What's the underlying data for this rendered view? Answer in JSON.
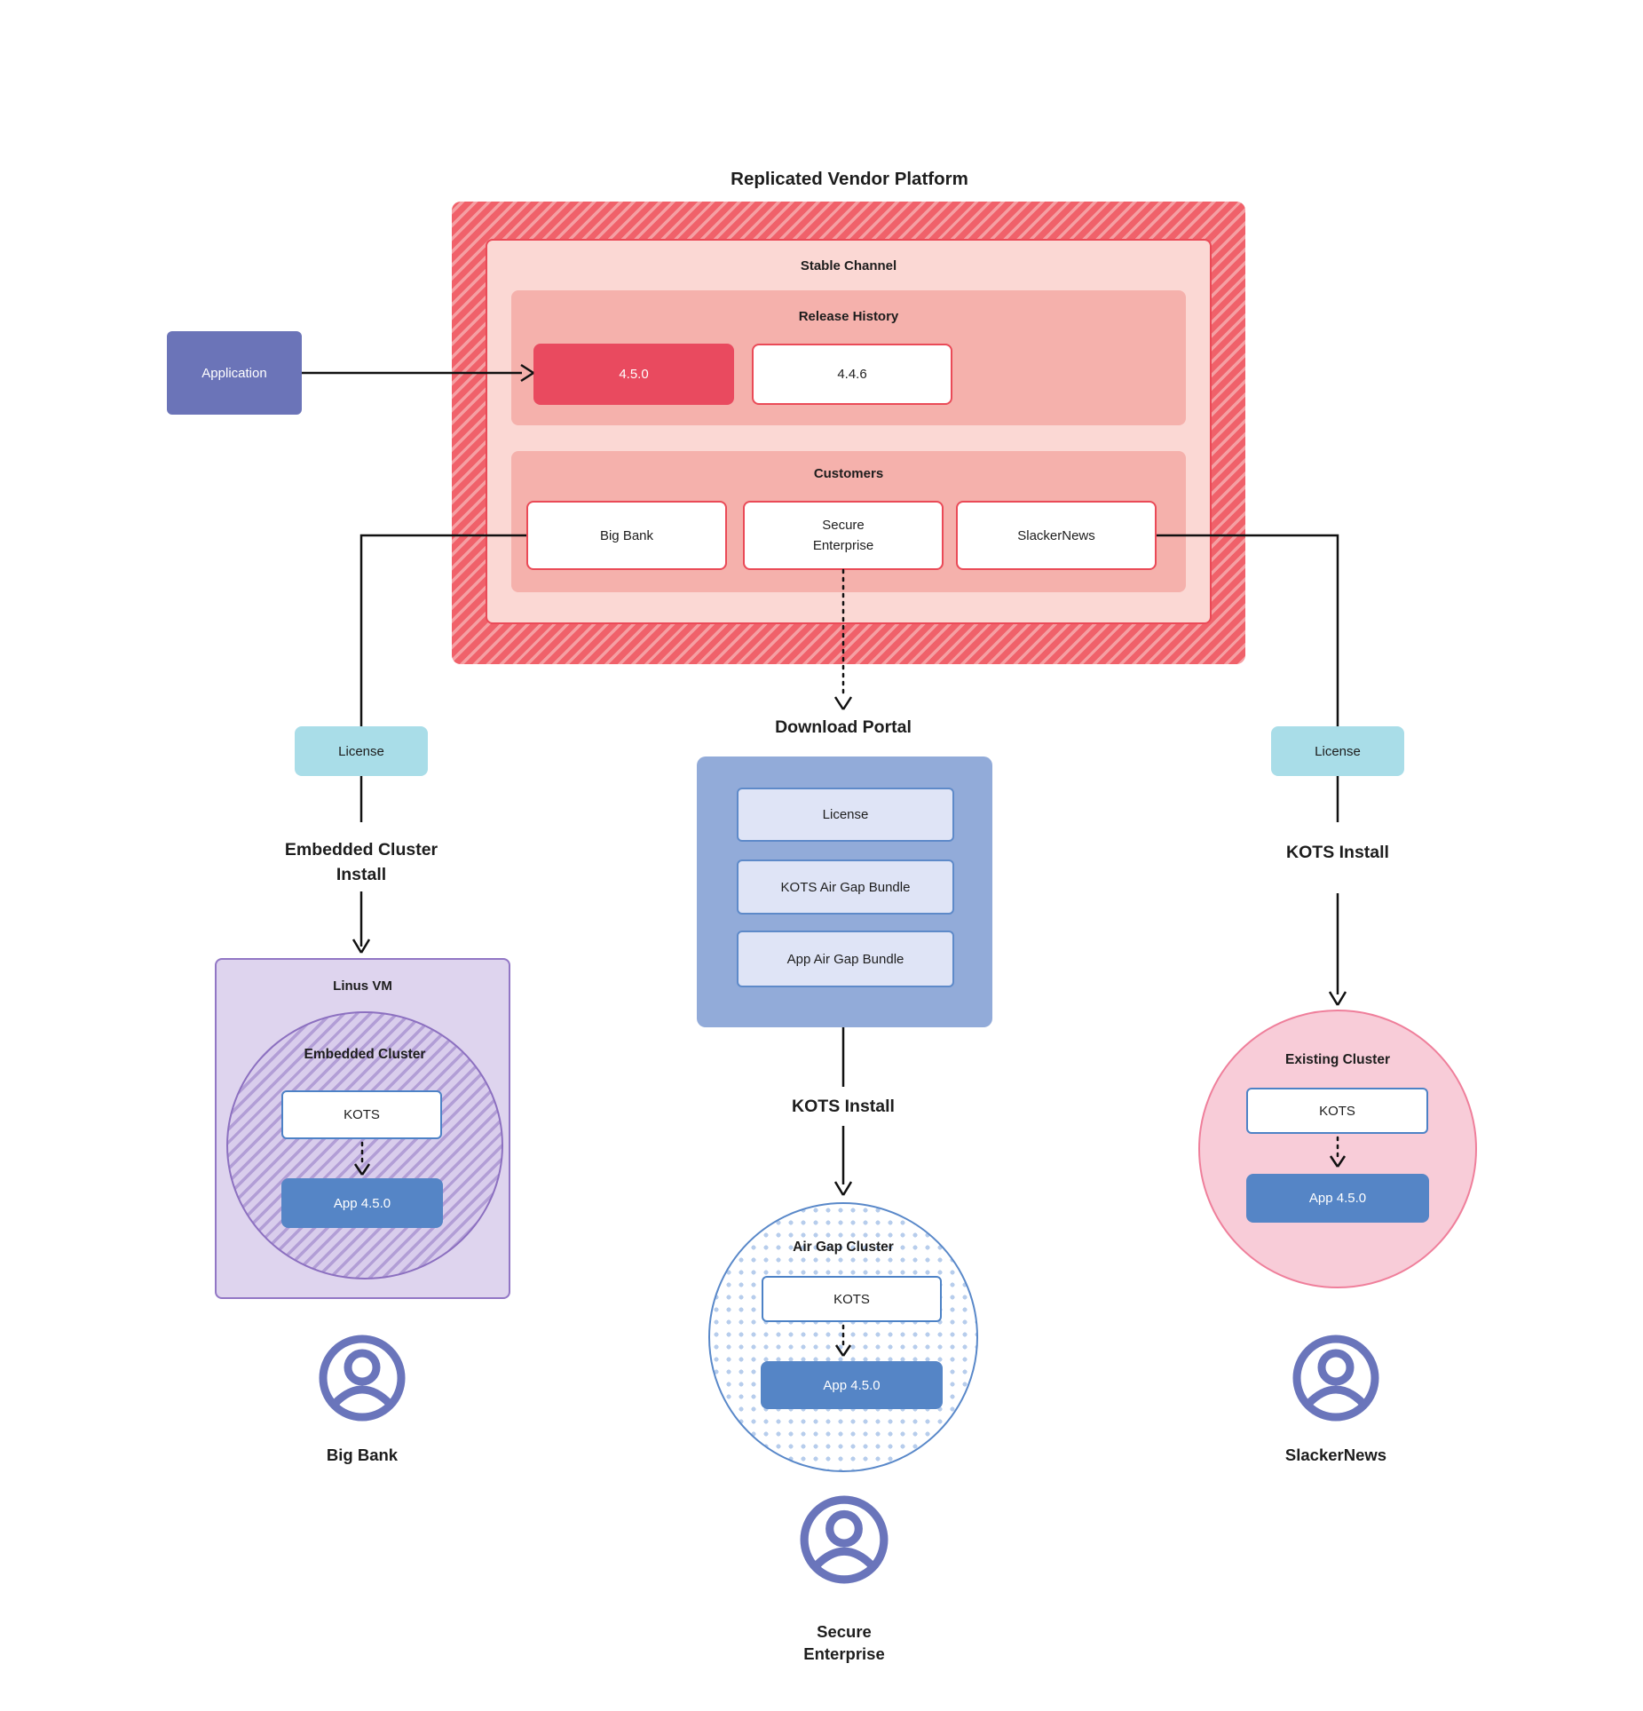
{
  "title": "Replicated Vendor Platform",
  "application": {
    "label": "Application"
  },
  "platform": {
    "stable_channel": {
      "label": "Stable Channel",
      "release_history": {
        "label": "Release History",
        "current_release": "4.5.0",
        "previous_release": "4.4.6"
      },
      "customers": {
        "label": "Customers",
        "big_bank": "Big Bank",
        "secure_line1": "Secure",
        "secure_line2": "Enterprise",
        "slackernews": "SlackerNews"
      }
    }
  },
  "download_portal": {
    "title": "Download Portal",
    "items": {
      "license": "License",
      "kots_bundle": "KOTS Air Gap Bundle",
      "app_bundle": "App Air Gap Bundle"
    }
  },
  "left_flow": {
    "license": "License",
    "install_line1": "Embedded Cluster",
    "install_line2": "Install",
    "vm_label": "Linus VM",
    "cluster_label": "Embedded Cluster",
    "kots": "KOTS",
    "app": "App 4.5.0",
    "customer": "Big Bank"
  },
  "middle_flow": {
    "install": "KOTS Install",
    "cluster_label": "Air Gap Cluster",
    "kots": "KOTS",
    "app": "App 4.5.0",
    "customer_line1": "Secure",
    "customer_line2": "Enterprise"
  },
  "right_flow": {
    "license": "License",
    "install": "KOTS Install",
    "cluster_label": "Existing Cluster",
    "kots": "KOTS",
    "app": "App 4.5.0",
    "customer": "SlackerNews"
  },
  "icons": {
    "user_icon": "person-in-circle"
  },
  "colors": {
    "platform_stripe_dark": "#f0616a",
    "platform_stripe_light": "#f59fa3",
    "stable_fill": "#fbd8d4",
    "section_fill": "#f5b1ac",
    "accent_red": "#ea4a57",
    "current_release_fill": "#e94a5f",
    "application_fill": "#6b74b8",
    "license_fill": "#a9dde8",
    "portal_fill": "#92abd9",
    "portal_item_fill": "#dfe4f6",
    "app_blue": "#5585c6",
    "blue_border": "#4d82c6",
    "vm_fill": "#ded4ee",
    "vm_border": "#9277c5",
    "purple_stripe": "#b29ed6",
    "existing_fill": "#f8ccd8",
    "existing_border": "#ef7f9b",
    "person_icon": "#6a75bb",
    "line": "#111111"
  }
}
